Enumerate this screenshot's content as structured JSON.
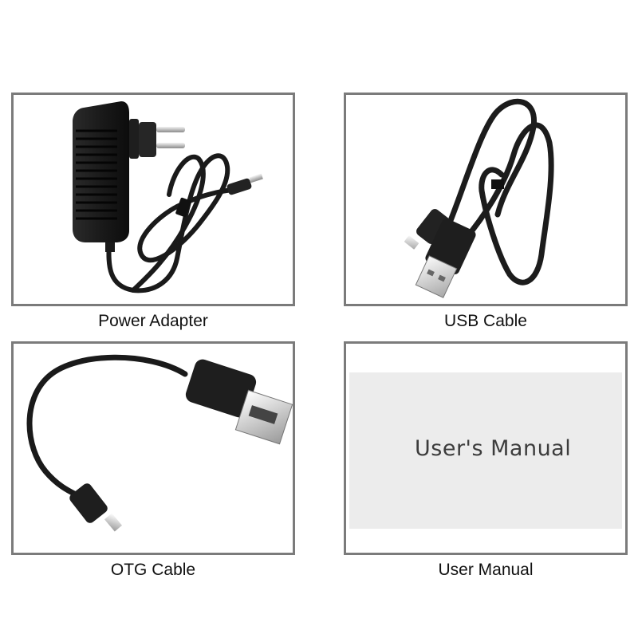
{
  "items": [
    {
      "caption": "Power Adapter",
      "icon": "power-adapter"
    },
    {
      "caption": "USB Cable",
      "icon": "usb-cable"
    },
    {
      "caption": "OTG Cable",
      "icon": "otg-cable"
    },
    {
      "caption": "User Manual",
      "icon": "user-manual",
      "cover_text": "User's Manual"
    }
  ],
  "colors": {
    "frame": "#7b7b7b",
    "product": "#1c1c1c",
    "manual_cover": "#ececec"
  }
}
